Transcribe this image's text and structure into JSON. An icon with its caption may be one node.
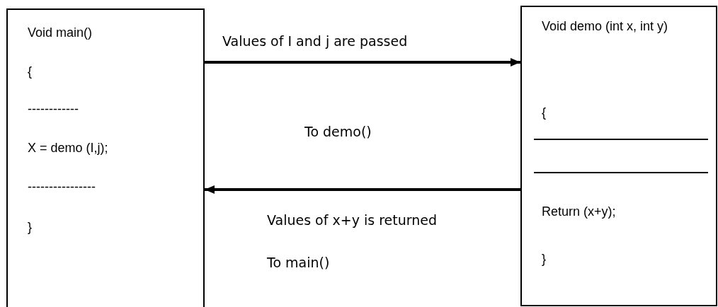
{
  "diagram": {
    "nodes": [
      {
        "text": [
          "Void main()",
          "{",
          "------------",
          "X = demo (I,j);",
          "----------------",
          "}"
        ]
      },
      {
        "text": [
          "Void demo (int x, int y)",
          "{",
          "Return (x+y);",
          "}"
        ]
      }
    ],
    "edges": [
      {
        "from": 0,
        "to": 1,
        "arrow": "to",
        "label": "Values of I and j are passed"
      },
      {
        "from": 1,
        "to": 0,
        "arrow": "to",
        "label": "Values of x+y is returned"
      }
    ],
    "labels": [
      "To demo()",
      "To main()"
    ]
  }
}
